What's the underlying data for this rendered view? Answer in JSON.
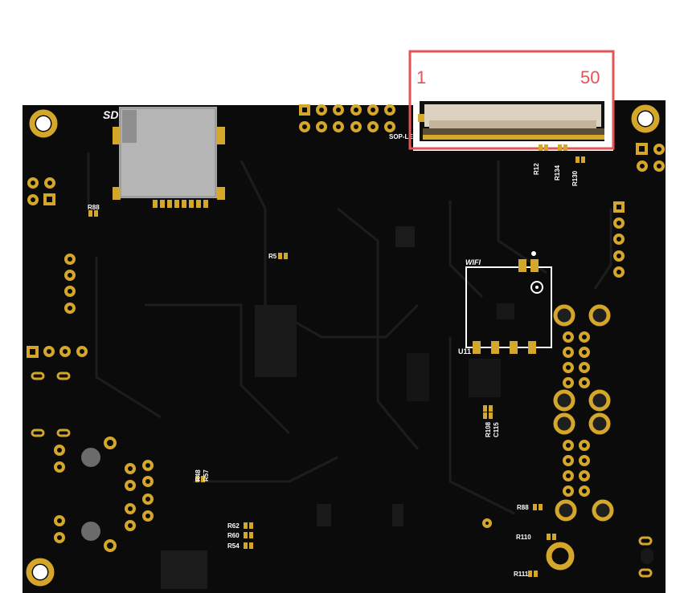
{
  "connector_callout": {
    "pin_start": "1",
    "pin_end": "50",
    "box_color": "#e35454"
  },
  "board": {
    "color": "#0b0b0b",
    "gold_color": "#d4a62a",
    "silkscreen": {
      "sd": "SD",
      "sop": "SOP-LED",
      "wifi": "WIFI",
      "u11": "U11",
      "r88_top": "R88",
      "r5": "R5",
      "r12": "R12",
      "r134": "R134",
      "r130": "R130",
      "r108": "R108",
      "c115": "C115",
      "r48": "R48",
      "r57": "R57",
      "r62": "R62",
      "r60": "R60",
      "r54": "R54",
      "r88_bottom": "R88",
      "r110": "R110",
      "r111": "R111"
    }
  }
}
